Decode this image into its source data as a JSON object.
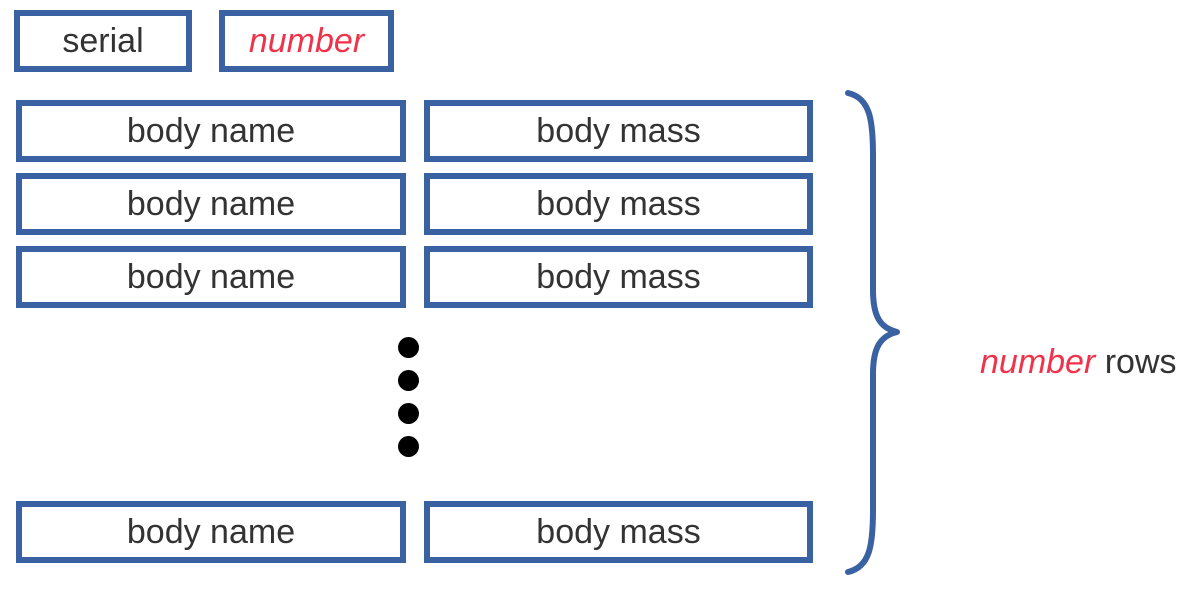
{
  "header": {
    "serial_label": "serial",
    "number_label": "number"
  },
  "rows": [
    {
      "name": "body name",
      "mass": "body mass"
    },
    {
      "name": "body name",
      "mass": "body mass"
    },
    {
      "name": "body name",
      "mass": "body mass"
    },
    {
      "name": "body name",
      "mass": "body mass"
    }
  ],
  "brace_label": {
    "italic_part": "number",
    "plain_part": " rows"
  },
  "colors": {
    "box_border": "#3a62a3",
    "accent_red": "#f0334a",
    "text": "#333333"
  }
}
